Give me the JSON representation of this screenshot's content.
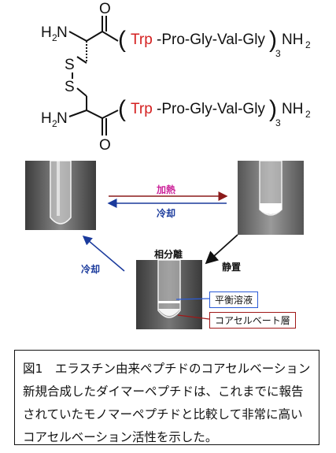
{
  "structure": {
    "amine_label": "H",
    "amine_sub": "2",
    "amine_n": "N",
    "oxygen_label": "O",
    "sulfur_label": "S",
    "peptide_open": "(",
    "peptide_trp": "Trp",
    "peptide_rest": "-Pro-Gly-Val-Gly",
    "peptide_close": ")",
    "repeat_sub": "3",
    "terminal_n": "NH",
    "terminal_sub": "2"
  },
  "process": {
    "heat_label": "加熱",
    "cool_label_top": "冷却",
    "cool_label_left": "冷却",
    "phase_sep_label": "相分離",
    "standing_label": "静置",
    "upper_callout": "平衡溶液",
    "lower_callout": "コアセルベート層"
  },
  "colors": {
    "trp": "#d42020",
    "heat": "#8b1a1a",
    "cool": "#1a3a9c",
    "heat_text": "#cc2299",
    "upper_callout_border": "#2a5bd7",
    "lower_callout_border": "#a01818"
  },
  "caption": {
    "line1": "図1　エラスチン由来ペプチドのコアセルベーション",
    "line2": "新規合成したダイマーペプチドは、これまでに報告",
    "line3": "されていたモノマーペプチドと比較して非常に高い",
    "line4": "コアセルベーション活性を示した。"
  }
}
